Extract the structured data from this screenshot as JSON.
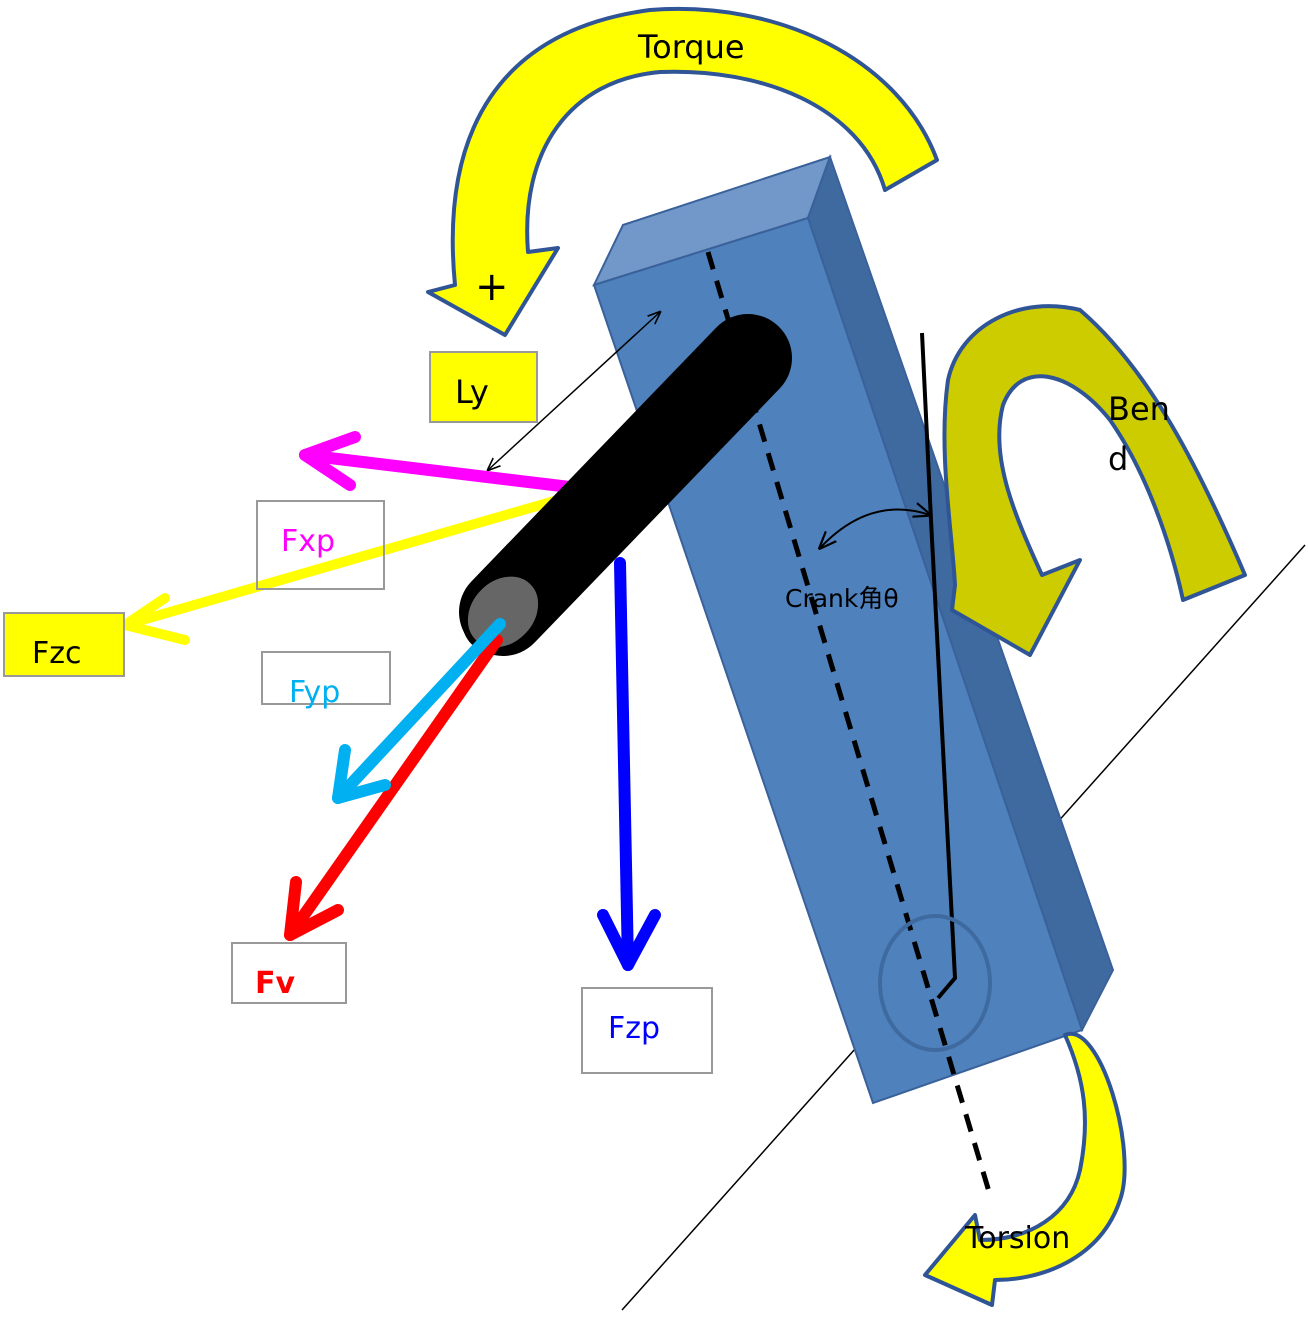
{
  "labels": {
    "torque": "Torque",
    "plus": "+",
    "ly": "Ly",
    "bend_line1": "Ben",
    "bend_line2": "d",
    "fxp": "Fxp",
    "fzc": "Fzc",
    "fyp": "Fyp",
    "fv": "Fv",
    "fzp": "Fzp",
    "crank_angle": "Crank角θ",
    "torsion": "Torsion"
  },
  "colors": {
    "background": "#ffffff",
    "beam_front": "#4f81bd",
    "beam_top": "#7298c9",
    "beam_side": "#3f6aa0",
    "beam_outline": "#3a619a",
    "curved_arrow_fill": "#ffff00",
    "bend_arrow_fill": "#cccc00",
    "curved_arrow_stroke": "#2f5597",
    "label_box_fill": "#ffff00",
    "fxp": "#ff00ff",
    "fzc": "#ffff00",
    "fyp": "#00b0f0",
    "fv": "#ff0000",
    "fzp": "#0000ff",
    "pin": "#000000",
    "pin_end": "#666666",
    "line": "#000000"
  }
}
